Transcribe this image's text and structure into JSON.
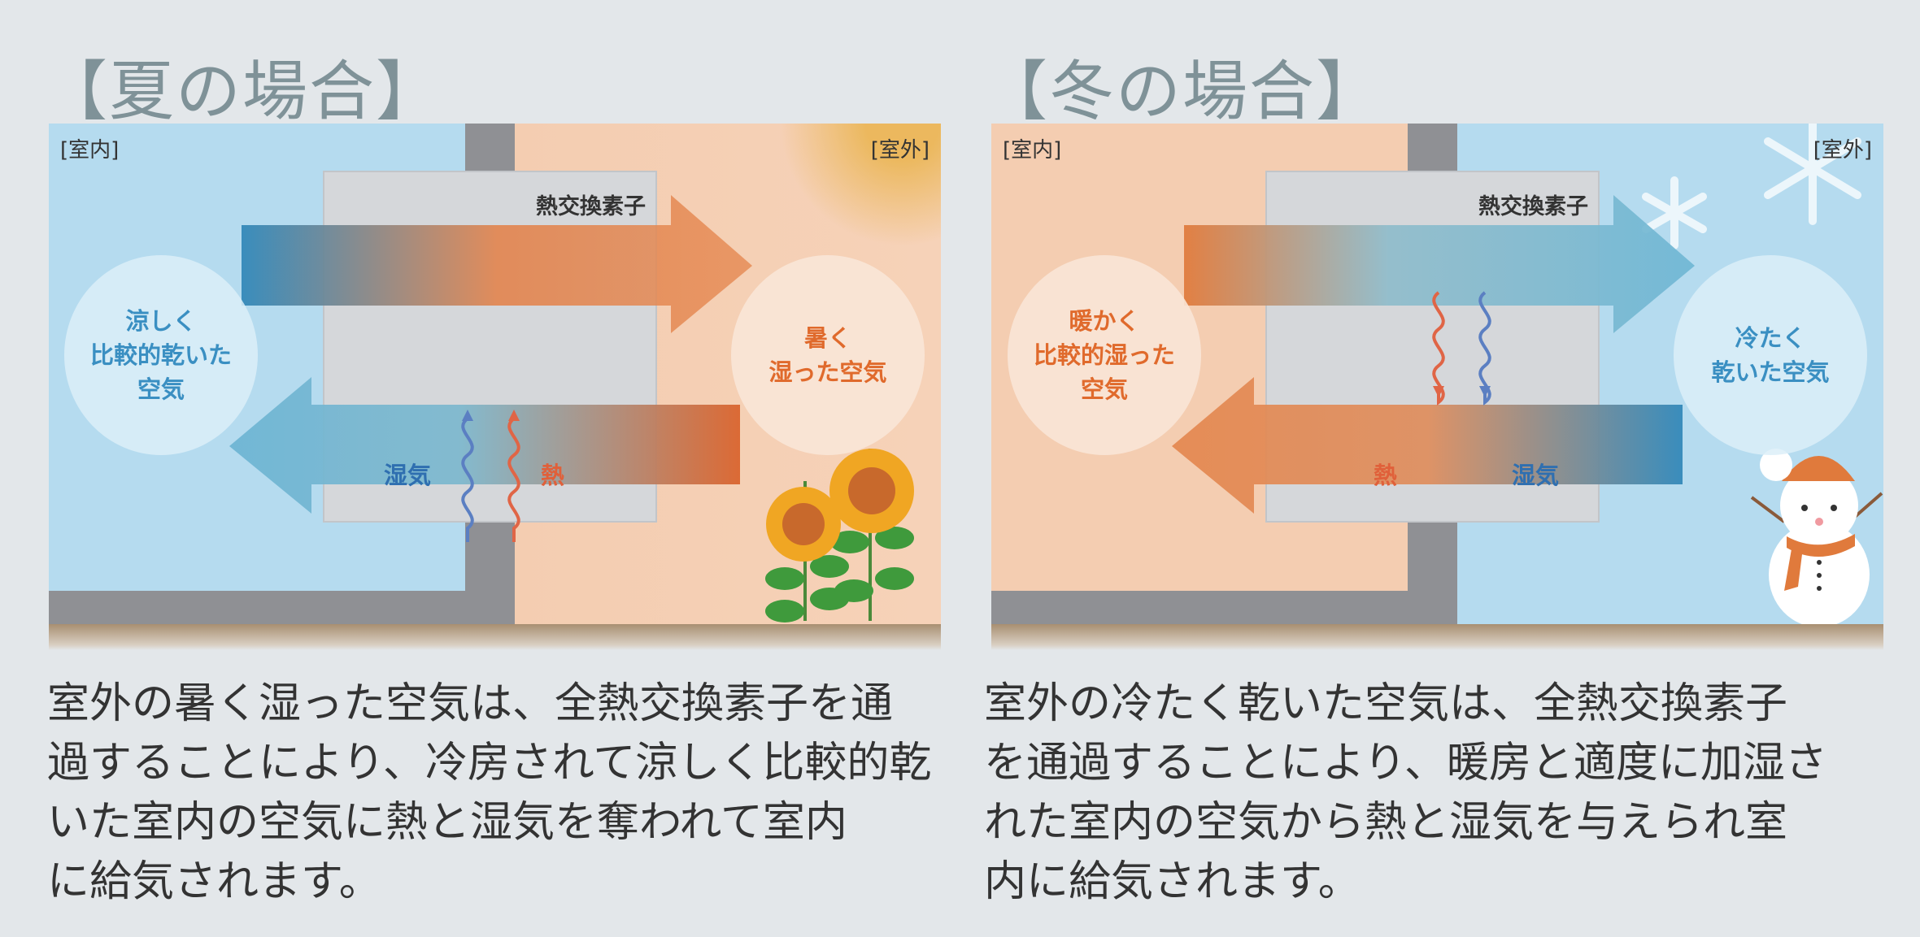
{
  "summer": {
    "title": "【夏の場合】",
    "indoor_label": "[室内]",
    "outdoor_label": "[室外]",
    "element_label": "熱交換素子",
    "indoor_circle": [
      "涼しく",
      "比較的乾いた",
      "空気"
    ],
    "outdoor_circle": [
      "暑く",
      "湿った空気"
    ],
    "moisture_label": "湿気",
    "heat_label": "熱",
    "description": [
      "室外の暑く湿った空気は、全熱交換素子を通",
      "過することにより、冷房されて涼しく比較的乾",
      "いた室内の空気に熱と湿気を奪われて室内",
      "に給気されます。"
    ]
  },
  "winter": {
    "title": "【冬の場合】",
    "indoor_label": "[室内]",
    "outdoor_label": "[室外]",
    "element_label": "熱交換素子",
    "indoor_circle": [
      "暖かく",
      "比較的湿った",
      "空気"
    ],
    "outdoor_circle": [
      "冷たく",
      "乾いた空気"
    ],
    "heat_label": "熱",
    "moisture_label": "湿気",
    "description": [
      "室外の冷たく乾いた空気は、全熱交換素子",
      "を通過することにより、暖房と適度に加湿さ",
      "れた室内の空気から熱と湿気を与えられ室",
      "内に給気されます。"
    ]
  },
  "colors": {
    "blue": "#2f86b8",
    "orange": "#e07a3c",
    "title": "#7f9298"
  }
}
